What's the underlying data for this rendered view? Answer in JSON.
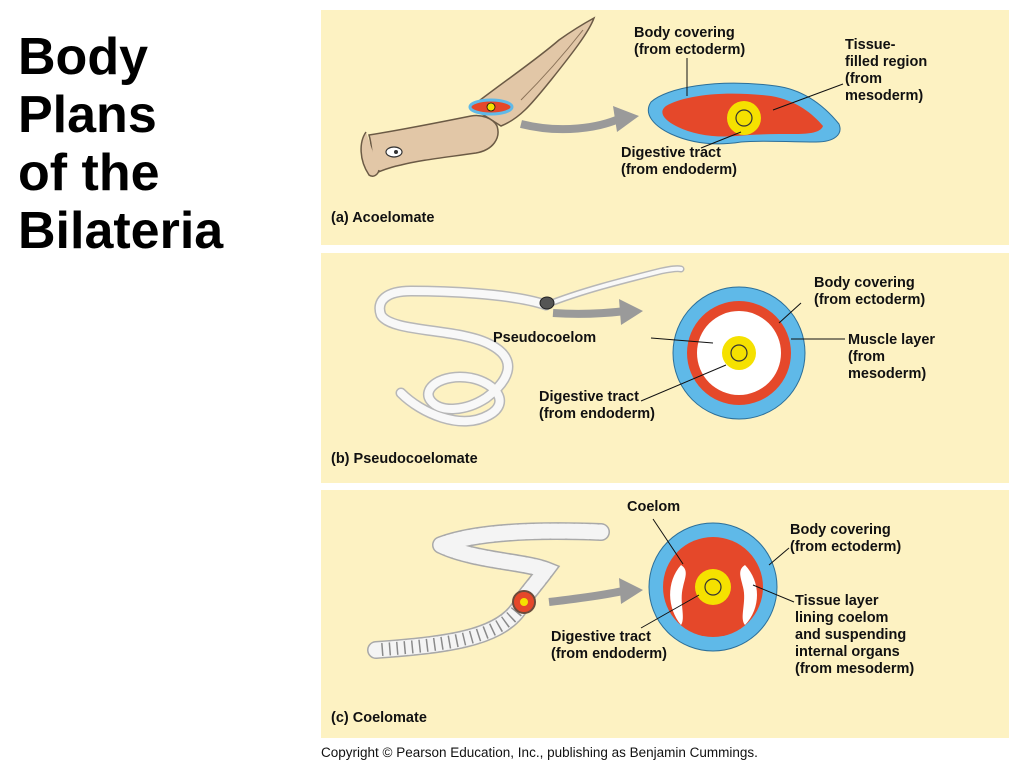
{
  "title": {
    "lines": [
      "Body",
      "Plans",
      "of the",
      "Bilateria"
    ]
  },
  "panels": {
    "acoelomate": {
      "caption": "(a) Acoelomate",
      "body_covering": [
        "Body covering",
        "(from ectoderm)"
      ],
      "tissue_region": [
        "Tissue-",
        "filled region",
        "(from",
        "mesoderm)"
      ],
      "digestive_tract": [
        "Digestive tract",
        "(from endoderm)"
      ]
    },
    "pseudocoelomate": {
      "caption": "(b) Pseudocoelomate",
      "body_covering": [
        "Body covering",
        "(from ectoderm)"
      ],
      "pseudocoelom": "Pseudocoelom",
      "muscle_layer": [
        "Muscle layer",
        "(from",
        "mesoderm)"
      ],
      "digestive_tract": [
        "Digestive tract",
        "(from endoderm)"
      ]
    },
    "coelomate": {
      "caption": "(c) Coelomate",
      "coelom": "Coelom",
      "body_covering": [
        "Body covering",
        "(from ectoderm)"
      ],
      "tissue_layer": [
        "Tissue layer",
        "lining coelom",
        "and suspending",
        "internal organs",
        "(from mesoderm)"
      ],
      "digestive_tract": [
        "Digestive tract",
        "(from endoderm)"
      ]
    }
  },
  "copyright": "Copyright © Pearson Education, Inc., publishing as Benjamin Cummings.",
  "colors": {
    "panel_bg": "#fdf2c2",
    "ectoderm": "#5fb9e8",
    "mesoderm": "#e5482a",
    "endoderm": "#f5e100",
    "arrow": "#9a9a9a"
  }
}
